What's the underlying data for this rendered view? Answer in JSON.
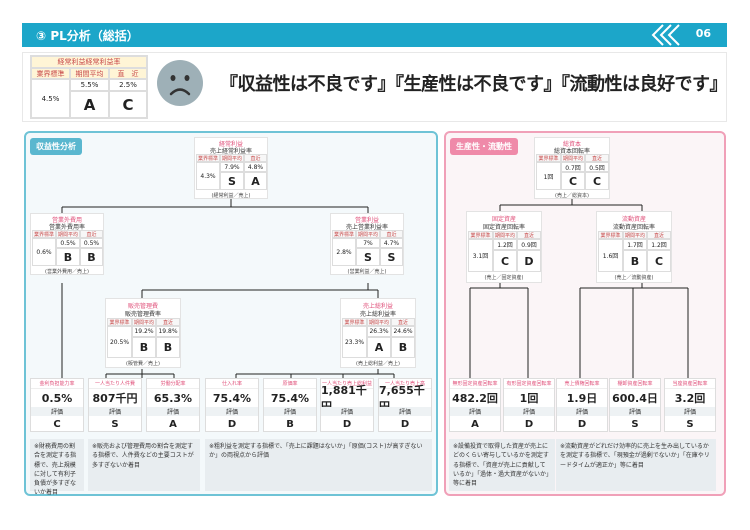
{
  "header": {
    "title": "③ PL分析（総括）",
    "page_number": "06",
    "color": "#1ca6c9"
  },
  "summary": {
    "title": "経常利益経常利益率",
    "col_industry": "業界標準",
    "col_prev": "期間平均",
    "col_recent": "直　近",
    "industry_value": "4.5%",
    "prev_value": "5.5%",
    "recent_value": "2.5%",
    "prev_grade": "A",
    "recent_grade": "C",
    "face_icon": "sad-face-icon",
    "headline": "『収益性は不良です』『生産性は不良です』『流動性は良好です』"
  },
  "labels": {
    "industry": "業界標準",
    "prev": "期間平均",
    "recent": "直近",
    "grade": "評価"
  },
  "left_panel": {
    "tag": "収益性分析",
    "border": "#6ec3d6",
    "tag_color": "#5ab7cf"
  },
  "right_panel": {
    "tag": "生産性・流動性",
    "border": "#f0a0b8",
    "tag_color": "#ef8aa9"
  },
  "metrics": {
    "keijo": {
      "title": "経常利益",
      "sub": "売上経常利益率",
      "ind": "4.3%",
      "prev": "7.9%",
      "recent": "4.8%",
      "prev_grade": "S",
      "recent_grade": "A",
      "note": "(経常利益／売上)"
    },
    "gaihi": {
      "title": "営業外費用",
      "sub": "営業外費用率",
      "ind": "0.6%",
      "prev": "0.5%",
      "recent": "0.5%",
      "prev_grade": "B",
      "recent_grade": "B",
      "note": "(営業外費用／売上)"
    },
    "eigyo": {
      "title": "営業利益",
      "sub": "売上営業利益率",
      "ind": "2.8%",
      "prev": "7%",
      "recent": "4.7%",
      "prev_grade": "S",
      "recent_grade": "S",
      "note": "(営業利益／売上)"
    },
    "hankan": {
      "title": "販売管理費",
      "sub": "販売管理費率",
      "ind": "20.5%",
      "prev": "19.2%",
      "recent": "19.8%",
      "prev_grade": "B",
      "recent_grade": "B",
      "note": "(販管費／売上)"
    },
    "arari": {
      "title": "売上総利益",
      "sub": "売上総利益率",
      "ind": "23.3%",
      "prev": "26.3%",
      "recent": "24.6%",
      "prev_grade": "A",
      "recent_grade": "B",
      "note": "(売上総利益／売上)"
    },
    "sosihon": {
      "title": "総資本",
      "sub": "総資本回転率",
      "ind": "1回",
      "prev": "0.7回",
      "recent": "0.5回",
      "prev_grade": "C",
      "recent_grade": "C",
      "note": "(売上／総資本)"
    },
    "kotei": {
      "title": "固定資産",
      "sub": "固定資産回転率",
      "ind": "3.1回",
      "prev": "1.2回",
      "recent": "0.9回",
      "prev_grade": "C",
      "recent_grade": "D",
      "note": "(売上／固定資産)"
    },
    "ryudo": {
      "title": "流動資産",
      "sub": "流動資産回転率",
      "ind": "1.6回",
      "prev": "1.7回",
      "recent": "1.2回",
      "prev_grade": "B",
      "recent_grade": "C",
      "note": "(売上／流動資産)"
    }
  },
  "cards_left": [
    {
      "title": "金利負担能力率",
      "value": "0.5%",
      "grade": "C"
    },
    {
      "title": "一人当たり人件費",
      "value": "807千円",
      "grade": "S"
    },
    {
      "title": "労働分配率",
      "value": "65.3%",
      "grade": "A"
    },
    {
      "title": "仕入れ率",
      "value": "75.4%",
      "grade": "D"
    },
    {
      "title": "原価率",
      "value": "75.4%",
      "grade": "B"
    },
    {
      "title": "一人当たり売上総利益",
      "value": "1,881千円",
      "grade": "D"
    },
    {
      "title": "一人当たり売上高",
      "value": "7,655千円",
      "grade": "D"
    }
  ],
  "cards_right": [
    {
      "title": "無形固定資産回転率",
      "value": "482.2回",
      "grade": "A"
    },
    {
      "title": "有形固定資産回転率",
      "value": "1回",
      "grade": "D"
    },
    {
      "title": "売上債権回転率",
      "value": "1.9日",
      "grade": "D"
    },
    {
      "title": "棚卸資産回転率",
      "value": "600.4日",
      "grade": "S"
    },
    {
      "title": "当座資産回転率",
      "value": "3.2回",
      "grade": "S"
    }
  ],
  "notes": {
    "n1": "※財務費用の割合を測定する指標で、売上規模に対して有利子負債が多すぎないか着目",
    "n2": "※販売および管理費用の割合を測定する指標で、人件費などの主要コストが多すぎないか着目",
    "n3": "※粗利益を測定する指標で、「売上に課題はないか」「原価(コスト)が高すぎないか」の両視点から評価",
    "n4": "※設備投資で取得した資産が売上にどのくらい寄与しているかを測定する指標で、「資産が売上に貢献しているか」「過体・過大資産がないか」等に着目",
    "n5": "※流動資産がどれだけ効率的に売上を生み出しているかを測定する指標で、「現預金が過剰でないか」「在庫やリードタイムが適正か」等に着目"
  }
}
